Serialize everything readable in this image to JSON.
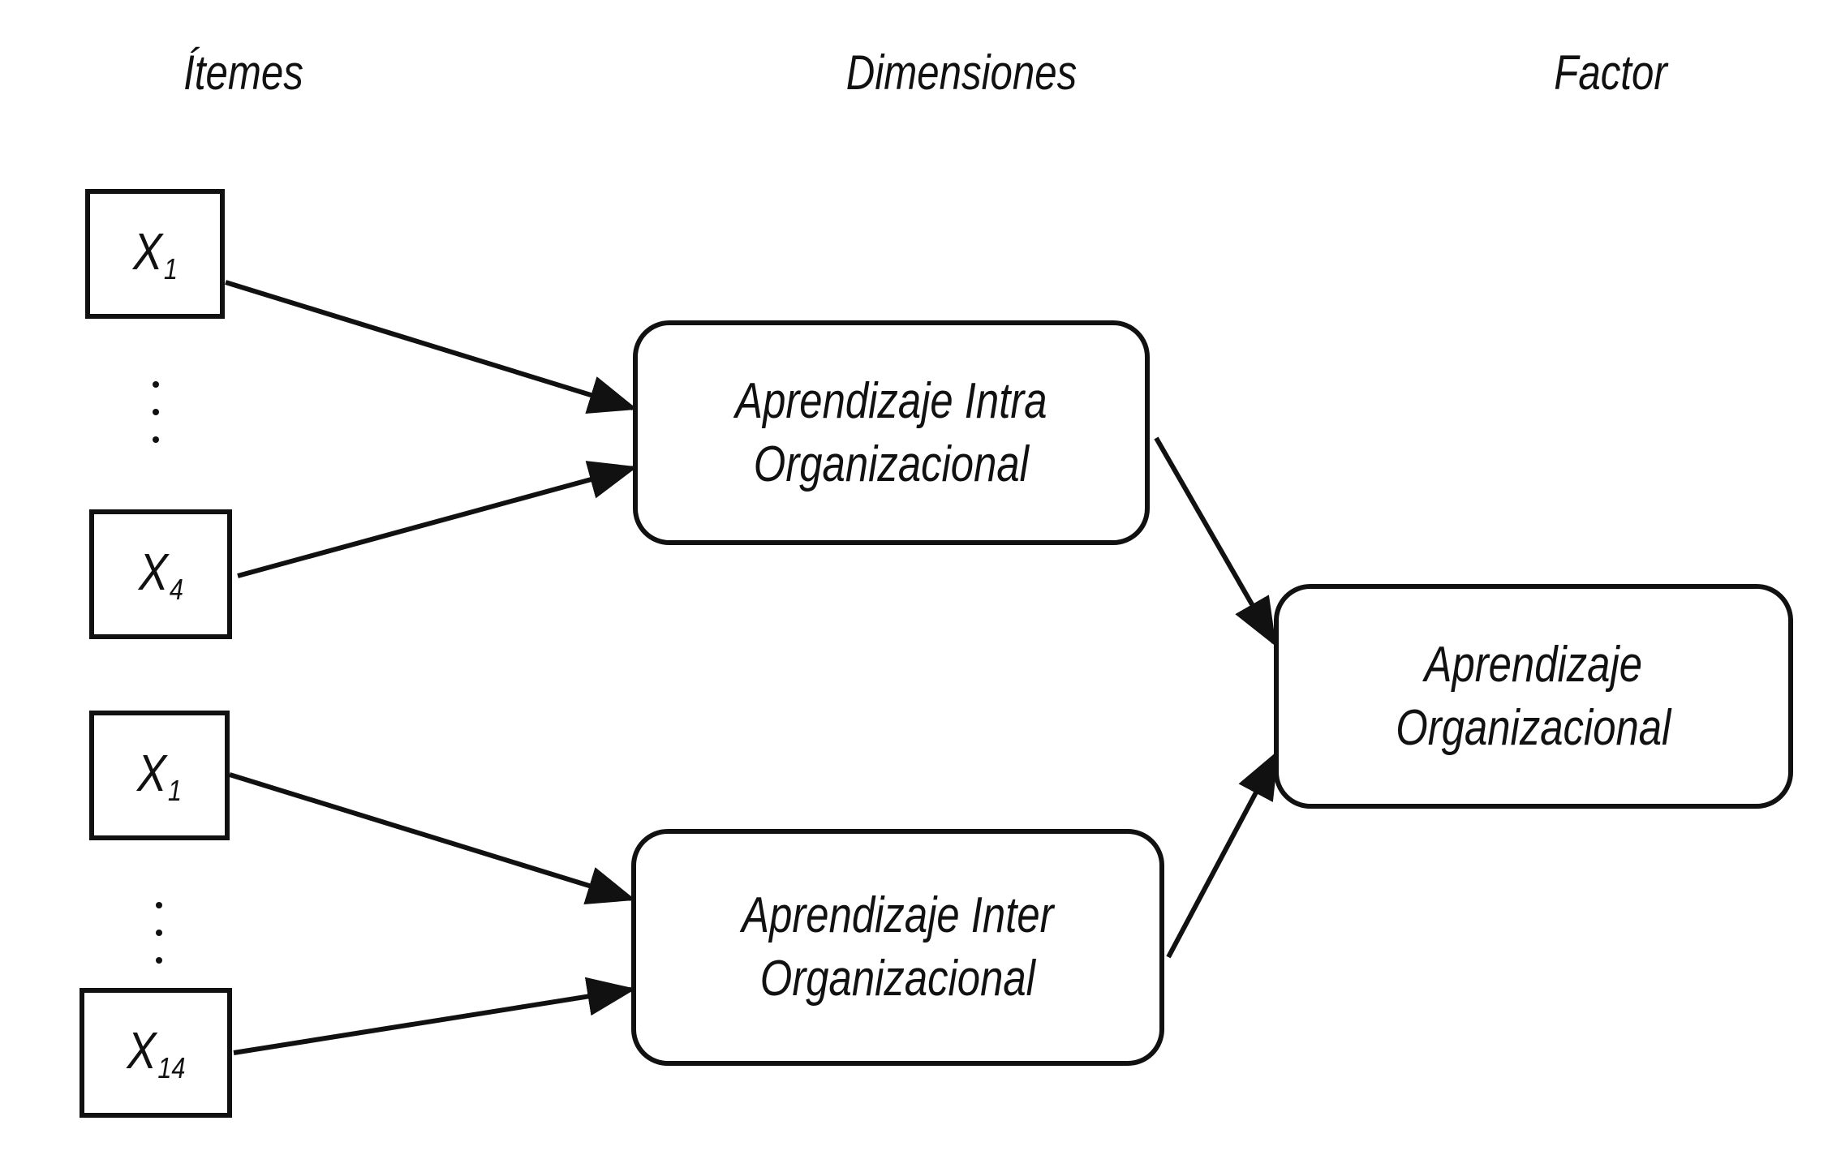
{
  "headers": {
    "items": "Ítemes",
    "dimensions": "Dimensiones",
    "factor": "Factor"
  },
  "items": [
    {
      "var": "X",
      "sub": "1"
    },
    {
      "var": "X",
      "sub": "4"
    },
    {
      "var": "X",
      "sub": "1"
    },
    {
      "var": "X",
      "sub": "14"
    }
  ],
  "dimensions": [
    {
      "line1": "Aprendizaje Intra",
      "line2": "Organizacional"
    },
    {
      "line1": "Aprendizaje Inter",
      "line2": "Organizacional"
    }
  ],
  "factor": {
    "line1": "Aprendizaje",
    "line2": "Organizacional"
  },
  "colors": {
    "stroke": "#111111",
    "background": "#ffffff"
  }
}
